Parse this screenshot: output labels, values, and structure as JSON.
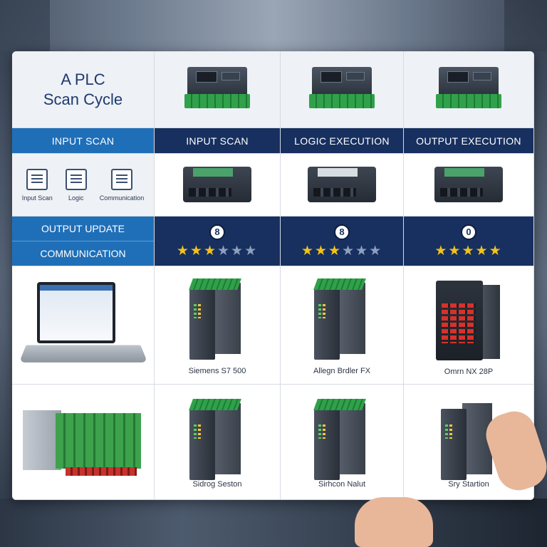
{
  "title": "A PLC\nScan Cycle",
  "bands": {
    "input_scan_left": "INPUT SCAN",
    "columns": [
      "INPUT SCAN",
      "LOGIC EXECUTION",
      "OUTPUT EXECUTION"
    ],
    "output_update": "OUTPUT UPDATE",
    "communication": "COMMUNICATION"
  },
  "icons": [
    {
      "icon": "input-scan-icon",
      "label": "Input Scan"
    },
    {
      "icon": "logic-icon",
      "label": "Logic"
    },
    {
      "icon": "communication-icon",
      "label": "Communication"
    }
  ],
  "ratings": [
    {
      "badge": "8",
      "stars": 6,
      "filled": 3
    },
    {
      "badge": "8",
      "stars": 6,
      "filled": 3
    },
    {
      "badge": "0",
      "stars": 5,
      "filled": 5
    }
  ],
  "products": {
    "row1": [
      "Siemens S7 500",
      "Allegn Brdler FX",
      "Omrn NX 28P"
    ],
    "row2": [
      "Sidrog Seston",
      "Sirhcon Nalut",
      "Sry Startion"
    ]
  },
  "colors": {
    "blue_band": "#1f6fb8",
    "navy_band": "#17305f",
    "star_on": "#f2c21b",
    "star_off": "#8ea0bd"
  }
}
